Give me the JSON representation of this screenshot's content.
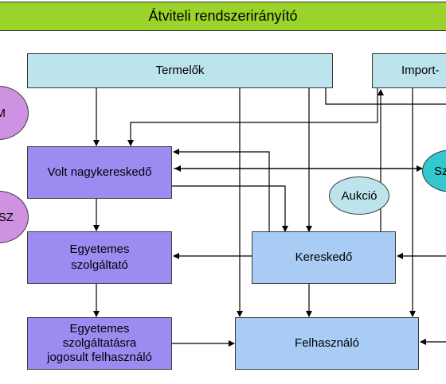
{
  "title": "Átviteli rendszerirányító",
  "nodes": {
    "termelok": "Termelők",
    "import": "Import-",
    "left_top_ellipse": "M",
    "left_bottom_ellipse": "SZ",
    "right_ellipse": "Sz",
    "volt_nagykereskedo": "Volt nagykereskedő",
    "aukcio": "Aukció",
    "egyetemes_line1": "Egyetemes",
    "egyetemes_line2": "szolgáltató",
    "kereskedo": "Kereskedő",
    "jogosult_line1": "Egyetemes",
    "jogosult_line2": "szolgáltatásra",
    "jogosult_line3": "jogosult felhasználó",
    "felhasznalo": "Felhasználó"
  },
  "colors": {
    "title_bar": "#9ad32a",
    "light_blue": "#bde3ec",
    "medium_blue": "#a8ccf4",
    "purple_box": "#9b8cf2",
    "ellipse_violet": "#cf92e3",
    "ellipse_teal": "#bde3ec",
    "ellipse_cyan": "#33c8cf"
  }
}
